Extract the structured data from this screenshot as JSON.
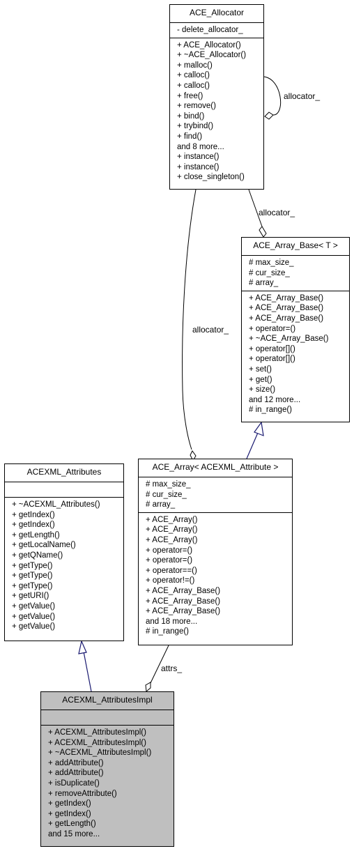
{
  "classes": {
    "allocator": {
      "name": "ACE_Allocator",
      "attributes": [
        "- delete_allocator_"
      ],
      "methods": [
        "+ ACE_Allocator()",
        "+ ~ACE_Allocator()",
        "+ malloc()",
        "+ calloc()",
        "+ calloc()",
        "+ free()",
        "+ remove()",
        "+ bind()",
        "+ trybind()",
        "+ find()",
        "and 8 more...",
        "+ instance()",
        "+ instance()",
        "+ close_singleton()"
      ]
    },
    "array_base": {
      "name": "ACE_Array_Base< T >",
      "attributes": [
        "# max_size_",
        "# cur_size_",
        "# array_"
      ],
      "methods": [
        "+ ACE_Array_Base()",
        "+ ACE_Array_Base()",
        "+ ACE_Array_Base()",
        "+ operator=()",
        "+ ~ACE_Array_Base()",
        "+ operator[]()",
        "+ operator[]()",
        "+ set()",
        "+ get()",
        "+ size()",
        "and 12 more...",
        "# in_range()"
      ]
    },
    "attributes": {
      "name": "ACEXML_Attributes",
      "attributes": [],
      "methods": [
        "+ ~ACEXML_Attributes()",
        "+ getIndex()",
        "+ getIndex()",
        "+ getLength()",
        "+ getLocalName()",
        "+ getQName()",
        "+ getType()",
        "+ getType()",
        "+ getType()",
        "+ getURI()",
        "+ getValue()",
        "+ getValue()",
        "+ getValue()"
      ]
    },
    "array": {
      "name": "ACE_Array< ACEXML_Attribute >",
      "attributes": [
        "# max_size_",
        "# cur_size_",
        "# array_"
      ],
      "methods": [
        "+ ACE_Array()",
        "+ ACE_Array()",
        "+ ACE_Array()",
        "+ operator=()",
        "+ operator=()",
        "+ operator==()",
        "+ operator!=()",
        "+ ACE_Array_Base()",
        "+ ACE_Array_Base()",
        "+ ACE_Array_Base()",
        "and 18 more...",
        "# in_range()"
      ]
    },
    "impl": {
      "name": "ACEXML_AttributesImpl",
      "attributes": [],
      "methods": [
        "+ ACEXML_AttributesImpl()",
        "+ ACEXML_AttributesImpl()",
        "+ ~ACEXML_AttributesImpl()",
        "+ addAttribute()",
        "+ addAttribute()",
        "+ isDuplicate()",
        "+ removeAttribute()",
        "+ getIndex()",
        "+ getIndex()",
        "+ getLength()",
        "and 15 more..."
      ]
    }
  },
  "edge_labels": {
    "self_allocator": "allocator_",
    "array_base_allocator": "allocator_",
    "array_allocator": "allocator_",
    "attrs": "attrs_"
  },
  "colors": {
    "line": "#000000",
    "inheritance": "#191970",
    "highlight_fill": "#bfbfbf"
  }
}
